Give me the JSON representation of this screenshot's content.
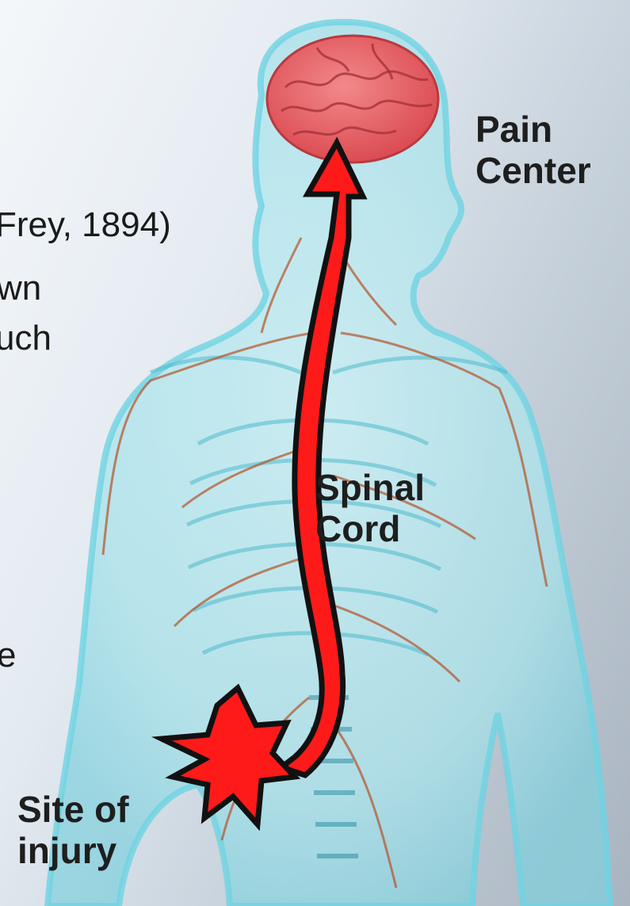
{
  "background_text": {
    "line1": "Frey, 1894)",
    "line2": "wn",
    "line3": "uch",
    "line4": "e"
  },
  "labels": {
    "pain_center": [
      "Pain",
      "Center"
    ],
    "spinal_cord": [
      "Spinal",
      "Cord"
    ],
    "site_of_injury": [
      "Site of",
      "injury"
    ]
  },
  "colors": {
    "pathway_arrow": "#ff1a1a",
    "brain": "#e8595c",
    "body_outline": "#5ec9dc",
    "nerves": "#b5532a"
  }
}
